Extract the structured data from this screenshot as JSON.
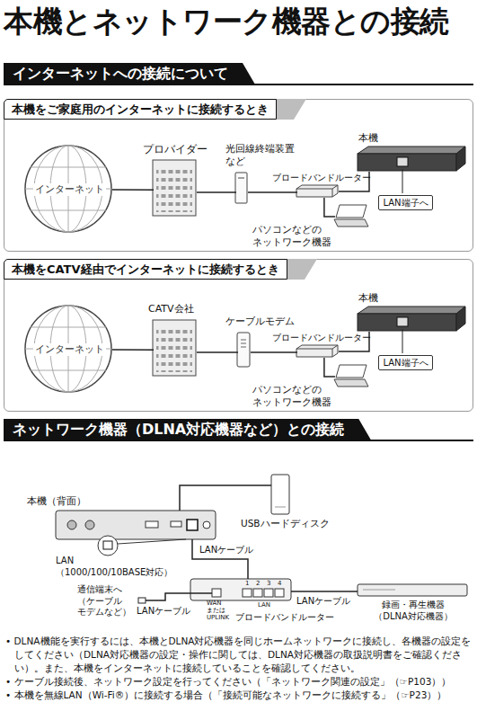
{
  "diagram": {
    "title": "本機とネットワーク機器との接続",
    "nodes": [
      {
        "text": [
          "インターネットへの接続について"
        ]
      },
      {
        "text": [
          "本機をご家庭用のインターネットに接続するとき"
        ]
      },
      {
        "text": [
          "インターネット"
        ],
        "in": 1
      },
      {
        "text": [
          "プロバイダー"
        ],
        "in": 1
      },
      {
        "text": [
          "光回線終端装置 など"
        ],
        "in": 1
      },
      {
        "text": [
          "ブロードバンドルーター"
        ],
        "in": 1
      },
      {
        "text": [
          "本機"
        ],
        "in": 1
      },
      {
        "text": [
          "パソコンなどの ネットワーク機器"
        ],
        "in": 1
      },
      {
        "text": [
          "LAN端子へ"
        ],
        "in": 1
      },
      {
        "text": [
          "本機をCATV経由でインターネットに接続するとき"
        ]
      },
      {
        "text": [
          "インターネット"
        ],
        "in": 9
      },
      {
        "text": [
          "CATV会社"
        ],
        "in": 9
      },
      {
        "text": [
          "ケーブルモデム"
        ],
        "in": 9
      },
      {
        "text": [
          "ブロードバンドルーター"
        ],
        "in": 9
      },
      {
        "text": [
          "本機"
        ],
        "in": 9
      },
      {
        "text": [
          "パソコンなどの ネットワーク機器"
        ],
        "in": 9
      },
      {
        "text": [
          "LAN端子へ"
        ],
        "in": 9
      },
      {
        "text": [
          "ネットワーク機器（DLNA対応機器など）との接続"
        ]
      },
      {
        "text": [
          "本機（背面）"
        ]
      },
      {
        "text": [
          "USBハードディスク"
        ]
      },
      {
        "text": [
          "ブロードバンドルーター"
        ]
      },
      {
        "text": [
          "録画・再生機器 （DLNA対応機器）"
        ]
      }
    ],
    "edges": [
      {
        "from": 2,
        "to": 3,
        "arrow": "none"
      },
      {
        "from": 3,
        "to": 4,
        "arrow": "none"
      },
      {
        "from": 4,
        "to": 5,
        "arrow": "none"
      },
      {
        "from": 5,
        "to": 6,
        "arrow": "none"
      },
      {
        "from": 5,
        "to": 7,
        "arrow": "none"
      },
      {
        "from": 10,
        "to": 11,
        "arrow": "none"
      },
      {
        "from": 11,
        "to": 12,
        "arrow": "none"
      },
      {
        "from": 12,
        "to": 13,
        "arrow": "none"
      },
      {
        "from": 13,
        "to": 14,
        "arrow": "none"
      },
      {
        "from": 13,
        "to": 15,
        "arrow": "none"
      },
      {
        "from": 18,
        "to": 19,
        "arrow": "none"
      },
      {
        "from": 18,
        "to": 20,
        "arrow": "none"
      },
      {
        "from": 20,
        "to": 21,
        "arrow": "none"
      }
    ],
    "labels": [
      "LAN （1000/100/10BASE対応）",
      "LANケーブル",
      "通信端末へ （ケーブル モデムなど）",
      "LANケーブル",
      "WAN または UPLINK",
      "1",
      "2",
      "3",
      "4",
      "LAN",
      "LANケーブル",
      "• DLNA機能を実行するには、本機とDLNA対応機器を同じホームネットワークに接続し、各機器の設定をしてください（DLNA対応機器の設定・操作に関しては、DLNA対応機器の取扱説明書をご確認ください）。また、本機をインターネットに接続していることを確認してください。",
      "• ケーブル接続後、ネットワーク設定を行ってください（「ネットワーク関連の設定」（☞P103））",
      "• 本機を無線LAN（Wi-Fi®）に接続する場合（「接続可能なネットワークに接続する」（☞P23））"
    ]
  }
}
